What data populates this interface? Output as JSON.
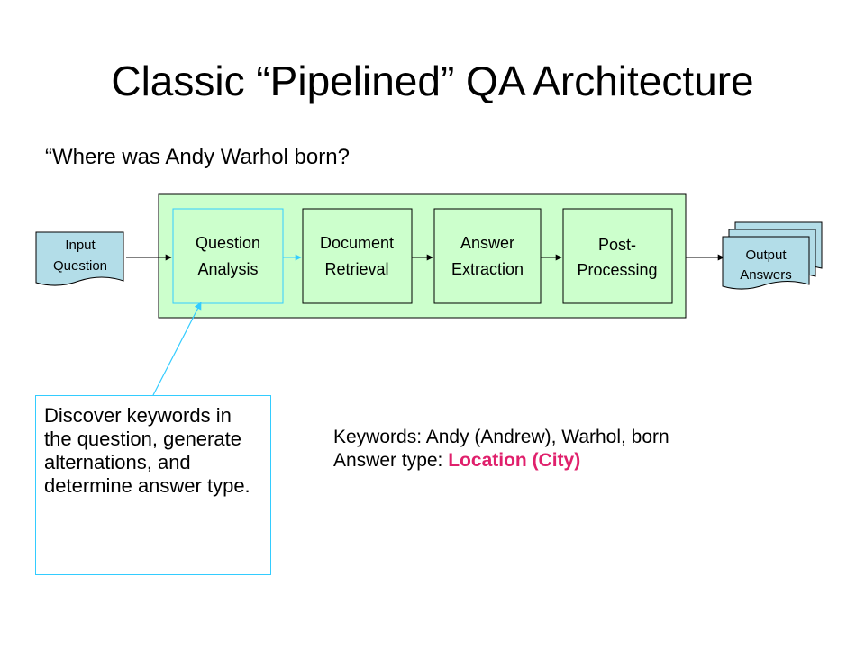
{
  "title": "Classic “Pipelined” QA Architecture",
  "question": "“Where was Andy Warhol born?",
  "input": {
    "line1": "Input",
    "line2": "Question"
  },
  "output": {
    "line1": "Output",
    "line2": "Answers"
  },
  "stages": [
    {
      "line1": "Question",
      "line2": "Analysis"
    },
    {
      "line1": "Document",
      "line2": "Retrieval"
    },
    {
      "line1": "Answer",
      "line2": "Extraction"
    },
    {
      "line1": "Post-",
      "line2": "Processing"
    }
  ],
  "note": "Discover keywords in the question, generate alternations, and determine answer type.",
  "keywords": {
    "line1": "Keywords: Andy (Andrew), Warhol, born",
    "answer_type_label": "Answer type: ",
    "answer_type_value": "Location (City)"
  },
  "colors": {
    "pipeline_fill": "#ccffcc",
    "stage_fill": "#ccffcc",
    "doc_fill": "#b3dde8",
    "highlight_border": "#33ccff",
    "accent": "#e0206c"
  }
}
